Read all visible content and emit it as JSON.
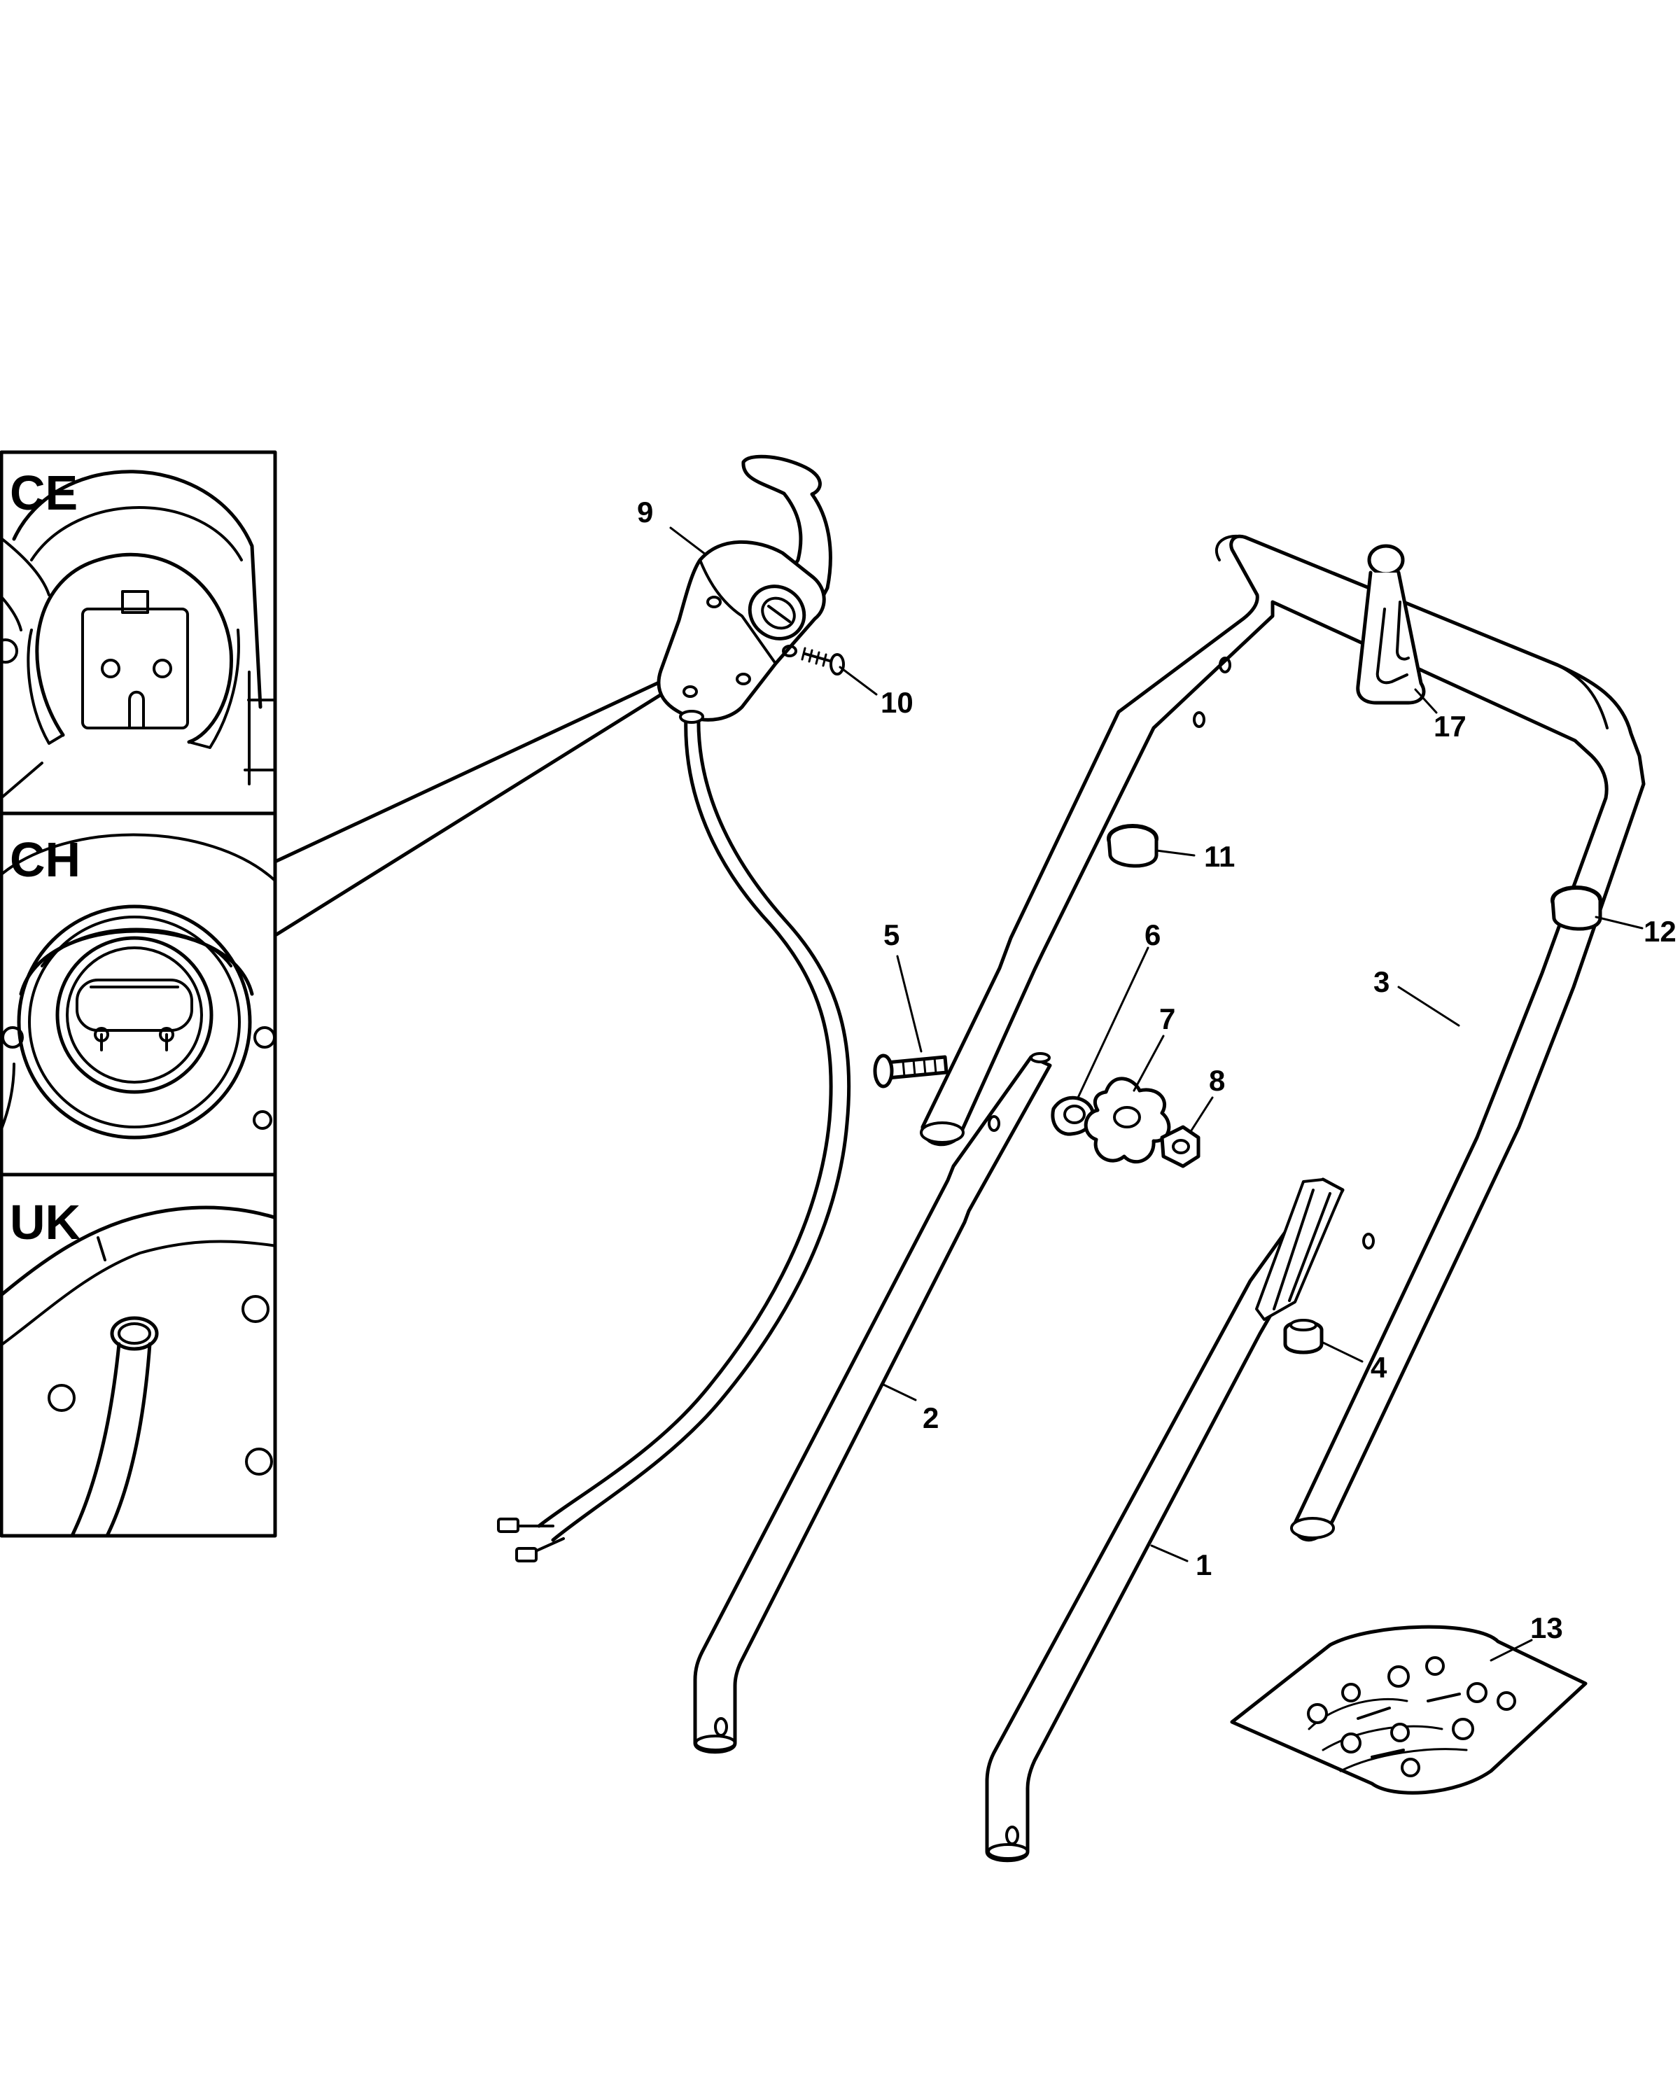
{
  "inset_labels": {
    "ce": "CE",
    "ch": "CH",
    "uk": "UK"
  },
  "callouts": {
    "p1": "1",
    "p2": "2",
    "p3": "3",
    "p4": "4",
    "p5": "5",
    "p6": "6",
    "p7": "7",
    "p8": "8",
    "p9": "9",
    "p10": "10",
    "p11": "11",
    "p12": "12",
    "p13": "13",
    "p17": "17"
  }
}
